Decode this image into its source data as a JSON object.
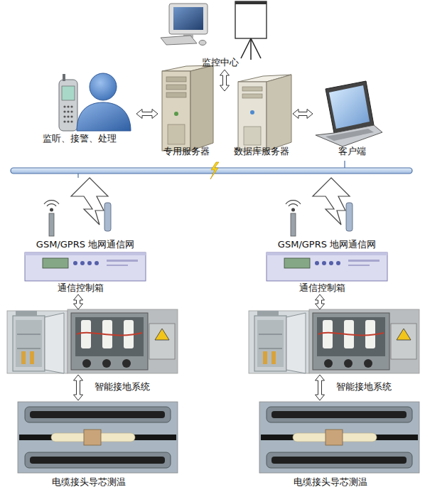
{
  "diagram": {
    "nodes": [
      {
        "text": [
          "监听、接警、处理"
        ]
      },
      {
        "text": [
          "监控中心"
        ]
      },
      {
        "text": [
          "专用服务器"
        ]
      },
      {
        "text": [
          "数据库服务器"
        ]
      },
      {
        "text": [
          "客户端"
        ]
      },
      {
        "text": [
          "GSM/GPRS 地网通信网"
        ]
      },
      {
        "text": [
          "通信控制箱"
        ]
      },
      {
        "text": [
          "智能接地系统"
        ]
      },
      {
        "text": [
          "电缆接头导芯测温"
        ]
      },
      {
        "text": [
          "GSM/GPRS 地网通信网"
        ]
      },
      {
        "text": [
          "通信控制箱"
        ]
      },
      {
        "text": [
          "智能接地系统"
        ]
      },
      {
        "text": [
          "电缆接头导芯测温"
        ]
      }
    ],
    "edges": [
      {
        "from": 0,
        "to": 2,
        "arrow": "both"
      },
      {
        "from": 1,
        "to": 3,
        "arrow": "both"
      },
      {
        "from": 3,
        "to": 4,
        "arrow": "both"
      },
      {
        "from": 6,
        "to": 7,
        "arrow": "both"
      },
      {
        "from": 7,
        "to": 8,
        "arrow": "both"
      },
      {
        "from": 10,
        "to": 11,
        "arrow": "both"
      },
      {
        "from": 11,
        "to": 12,
        "arrow": "both"
      }
    ]
  }
}
